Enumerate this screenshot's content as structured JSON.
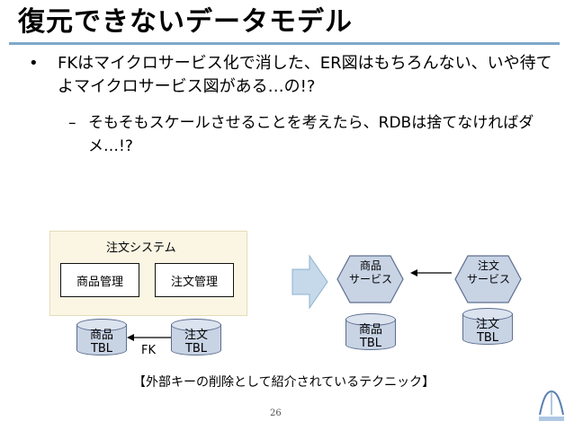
{
  "slide": {
    "title": "復元できないデータモデル",
    "bullet1": "FKはマイクロサービス化で消した、ER図はもちろんない、いや待てよマイクロサービス図がある…の!?",
    "bullet1_marker": "•",
    "bullet2": "そもそもスケールさせることを考えたら、RDBは捨てなければダメ…!?",
    "bullet2_marker": "–",
    "page_number": "26"
  },
  "left_diagram": {
    "system_label": "注文システム",
    "module_product": "商品管理",
    "module_order": "注文管理",
    "db_product": "商品\nTBL",
    "db_order": "注文\nTBL",
    "fk_label": "FK"
  },
  "right_diagram": {
    "service_product": "商品\nサービス",
    "service_order": "注文\nサービス",
    "db_product": "商品\nTBL",
    "db_order": "注文\nTBL"
  },
  "caption": "【外部キーの削除として紹介されているテクニック】",
  "colors": {
    "rule": "#7fa8c9",
    "system_box": "#fbf6e4",
    "arrow_fill": "#c5d9ea",
    "db_fill": "#c8d3e4"
  }
}
